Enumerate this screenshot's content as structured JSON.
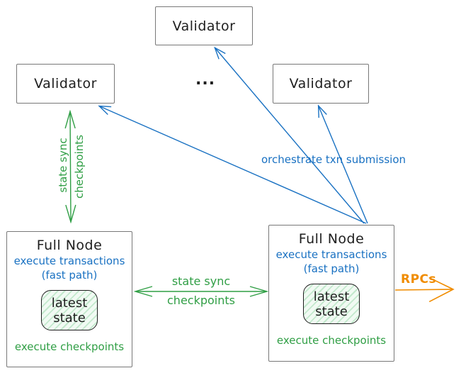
{
  "colors": {
    "blue": "#1971c2",
    "green": "#2f9e44",
    "orange": "#f08c00",
    "text": "#1e1e1e",
    "box_border": "#787878",
    "state_fill_light": "#f1faf3",
    "state_fill_stripe": "#c3e9cd"
  },
  "validators": {
    "top": "Validator",
    "left": "Validator",
    "right": "Validator",
    "ellipsis": "..."
  },
  "full_node_left": {
    "title": "Full Node",
    "exec_txn": "execute transactions",
    "fast_path": "(fast path)",
    "state_line1": "latest",
    "state_line2": "state",
    "exec_checkpoints": "execute checkpoints"
  },
  "full_node_right": {
    "title": "Full Node",
    "exec_txn": "execute transactions",
    "fast_path": "(fast path)",
    "state_line1": "latest",
    "state_line2": "state",
    "exec_checkpoints": "execute checkpoints"
  },
  "edge_labels": {
    "left_sync_line1": "state sync",
    "left_sync_line2": "checkpoints",
    "mid_sync_line1": "state sync",
    "mid_sync_line2": "checkpoints",
    "orchestrate": "orchestrate txn submission",
    "rpcs": "RPCs"
  }
}
